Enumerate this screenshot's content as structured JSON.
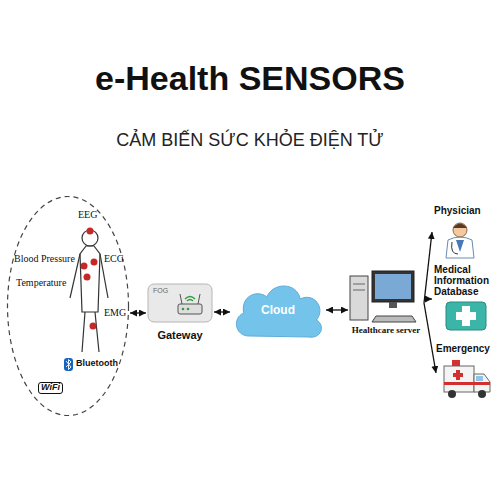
{
  "diagram": {
    "title": "e-Health SENSORS",
    "nodes": [
      {
        "text": [
          "EEG",
          "Blood Pressure",
          "ECG",
          "Temperature",
          "EMG",
          "Bluetooth",
          "WiFi"
        ]
      },
      {
        "text": [
          "FOG",
          "Gateway"
        ]
      },
      {
        "text": [
          "Cloud"
        ]
      },
      {
        "text": [
          "Healthcare server"
        ]
      },
      {
        "text": [
          "Physician"
        ]
      },
      {
        "text": [
          "Medical Information Database"
        ]
      },
      {
        "text": [
          "Emergency"
        ]
      }
    ],
    "edges": [
      {
        "from": 0,
        "to": 1,
        "arrow": "both"
      },
      {
        "from": 1,
        "to": 2,
        "arrow": "both"
      },
      {
        "from": 2,
        "to": 3,
        "arrow": "both"
      },
      {
        "from": 3,
        "to": 4,
        "arrow": "to"
      },
      {
        "from": 3,
        "to": 5,
        "arrow": "to"
      },
      {
        "from": 3,
        "to": 6,
        "arrow": "to"
      }
    ],
    "labels": [
      "CẢM BIẾN SỨC KHỎE ĐIỆN TỬ"
    ]
  }
}
